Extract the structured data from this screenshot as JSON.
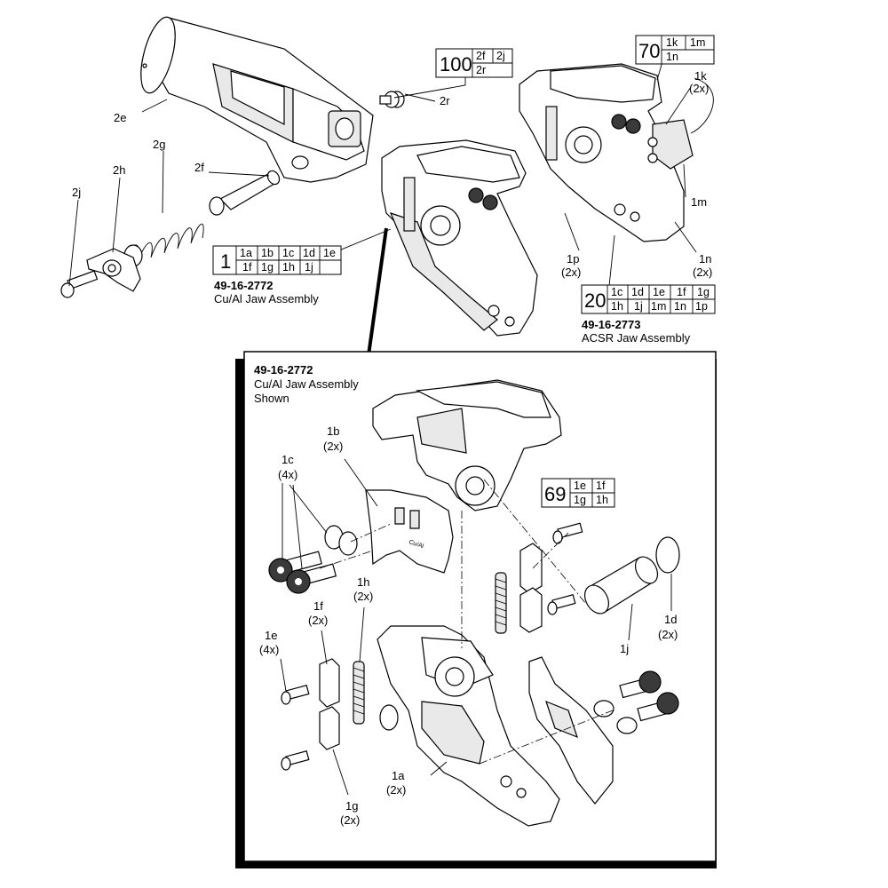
{
  "part_labels": {
    "p2e": "2e",
    "p2g": "2g",
    "p2h": "2h",
    "p2f": "2f",
    "p2j": "2j",
    "p2r": "2r",
    "p1k": "1k",
    "p1k_qty": "(2x)",
    "p1m": "1m",
    "p1n": "1n",
    "p1n_qty": "(2x)",
    "p1p": "1p",
    "p1p_qty": "(2x)"
  },
  "kits": {
    "k100": {
      "number": "100",
      "row1": [
        "2f",
        "2j"
      ],
      "row2": [
        "2r"
      ]
    },
    "k70": {
      "number": "70",
      "row1": [
        "1k",
        "1m"
      ],
      "row2": [
        "1n"
      ]
    },
    "k1": {
      "number": "1",
      "row1": [
        "1a",
        "1b",
        "1c",
        "1d",
        "1e"
      ],
      "row2": [
        "1f",
        "1g",
        "1h",
        "1j"
      ]
    },
    "k20": {
      "number": "20",
      "row1": [
        "1c",
        "1d",
        "1e",
        "1f",
        "1g"
      ],
      "row2": [
        "1h",
        "1j",
        "1m",
        "1n",
        "1p"
      ]
    },
    "k69": {
      "number": "69",
      "row1": [
        "1e",
        "1f"
      ],
      "row2": [
        "1g",
        "1h"
      ]
    }
  },
  "assemblies": {
    "cual": {
      "part_number": "49-16-2772",
      "name": "Cu/Al Jaw Assembly"
    },
    "acsr": {
      "part_number": "49-16-2773",
      "name": "ACSR Jaw Assembly"
    }
  },
  "detail": {
    "part_number": "49-16-2772",
    "name": "Cu/Al Jaw Assembly",
    "shown": "Shown",
    "labels": {
      "p1b": "1b",
      "p1b_qty": "(2x)",
      "p1c": "1c",
      "p1c_qty": "(4x)",
      "p1h": "1h",
      "p1h_qty": "(2x)",
      "p1f": "1f",
      "p1f_qty": "(2x)",
      "p1e": "1e",
      "p1e_qty": "(4x)",
      "p1g": "1g",
      "p1g_qty": "(2x)",
      "p1a": "1a",
      "p1a_qty": "(2x)",
      "p1j": "1j",
      "p1d": "1d",
      "p1d_qty": "(2x)"
    }
  },
  "plate_text": "Cu/Al"
}
